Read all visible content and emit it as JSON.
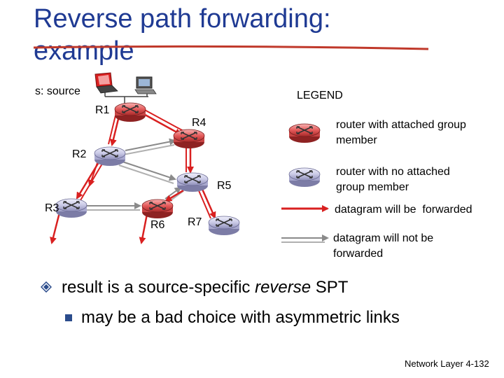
{
  "slide": {
    "title": "Reverse path forwarding: example",
    "source_label": "s: source",
    "legend_title": "LEGEND",
    "routers": [
      "R1",
      "R2",
      "R3",
      "R4",
      "R5",
      "R6",
      "R7"
    ],
    "legend": {
      "attached": "router with attached group member",
      "not_attached": "router with no attached group member",
      "forwarded": "datagram will be  forwarded",
      "not_forwarded": "datagram will not be forwarded"
    },
    "bullet": {
      "prefix": "result is a source-specific ",
      "emphasis": "reverse",
      "suffix": " SPT"
    },
    "sub_bullet": "may be a bad choice with asymmetric links",
    "footer": {
      "label": "Network Layer",
      "page": "4-132"
    }
  },
  "colors": {
    "title": "#1f3a93",
    "attached_router": "#e45a5a",
    "unattached_router": "#c9c9e6",
    "forward_link": "#d92020",
    "idle_link": "#b0b0b0"
  },
  "icons": [
    "laptop-icon",
    "desktop-computer-icon",
    "router-icon",
    "bullet-diamond-icon",
    "square-bullet-icon"
  ]
}
